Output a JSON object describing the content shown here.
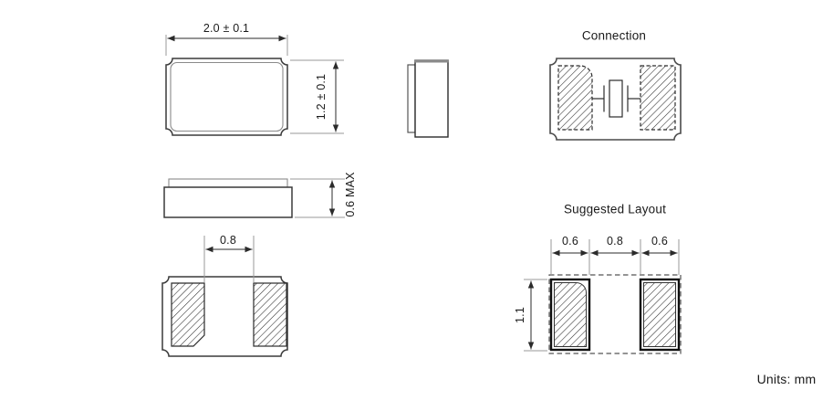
{
  "units_note": "Units: mm",
  "top_view": {
    "width_dim": "2.0 ± 0.1",
    "height_dim": "1.2 ± 0.1"
  },
  "side_view": {
    "height_dim": "0.6 MAX"
  },
  "bottom_view": {
    "pad_gap_dim": "0.8"
  },
  "connection_view": {
    "title": "Connection"
  },
  "layout_view": {
    "title": "Suggested Layout",
    "left_pad_width_dim": "0.6",
    "pad_gap_dim": "0.8",
    "right_pad_width_dim": "0.6",
    "pad_height_dim": "1.1"
  },
  "colors": {
    "line_dark": "#2b2b2b",
    "line_medium": "#555555",
    "line_light": "#9a9a9a",
    "lid_gray": "#8a8a8a",
    "background": "#ffffff"
  }
}
